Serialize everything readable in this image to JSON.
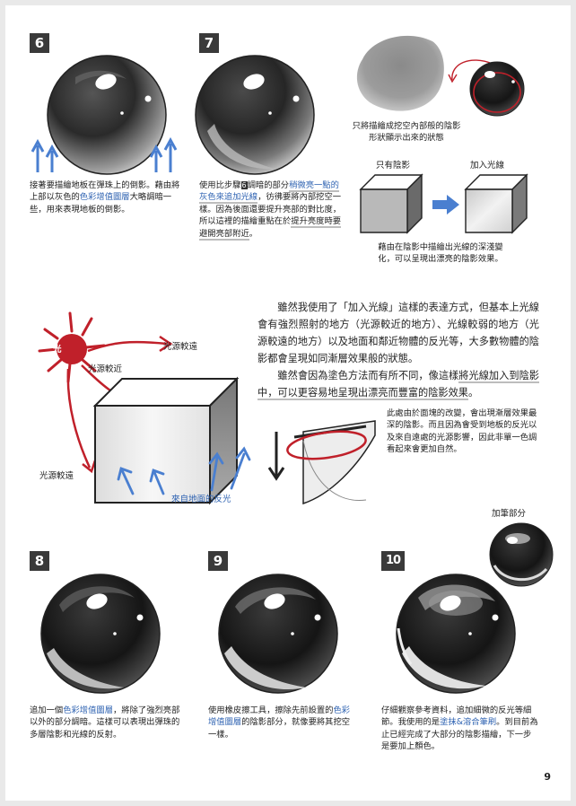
{
  "steps": {
    "s6": {
      "num": "6",
      "t1": "接著要描繪地板在彈珠上的倒影。藉由將上部以灰色的",
      "t2": "色彩增值圖層",
      "t3": "大略調暗一些，用來表現地板的倒影。"
    },
    "s7": {
      "num": "7",
      "t1": "使用比步驟",
      "t_ref": "6",
      "t2": "調暗的部分",
      "t3": "稍微亮一點的灰色來追加光線",
      "t4": "，彷彿要將內部挖空一樣。因為後面還要提升亮部的對比度，所以這裡的描繪重點在於",
      "t5": "提升亮度時要避開亮部附近",
      "t6": "。"
    },
    "s8": {
      "num": "8",
      "t1": "追加一個",
      "t2": "色彩增值圖層",
      "t3": "，將除了強烈亮部以外的部分調暗。這樣可以表現出彈珠的多層陰影和光線的反射。"
    },
    "s9": {
      "num": "9",
      "t1": "使用橡皮擦工具，擦除先前設置的",
      "t2": "色彩增值圖層",
      "t3": "的陰影部分，就像要將其挖空一樣。"
    },
    "s10": {
      "num": "10",
      "t1": "仔細觀察參考資料，追加細微的反光等細節。我使用的是",
      "t2": "塗抹&溶合筆刷",
      "t3": "。到目前為止已經完成了大部分的陰影描繪，下一步是要加上顏色。"
    }
  },
  "notes": {
    "shape_note": "只將描繪成挖空內部般的陰影形狀顯示出來的狀態",
    "shadow_only": "只有陰影",
    "add_light": "加入光線",
    "cube_note": "藉由在陰影中描繪出光線的深淺變化，可以呈現出漂亮的陰影效果。",
    "edge_note": "此處由於面塊的改變，會出現漸層效果最深的陰影。而且因為會受到地板的反光以及來自遠處的光源影響，因此非單一色調看起來會更加自然。",
    "added_part": "加筆部分"
  },
  "diagram": {
    "sun_label": "光",
    "far1": "光源較遠",
    "near": "光源較近",
    "far2": "光源較遠",
    "floor": "來自地面的反光"
  },
  "body": {
    "p1_a": "雖然我使用了「加入光線」這樣的表達方式，但基本上光線會有強烈照射的地方（光源較近的地方）、光線較弱的地方（光源較遠的地方）以及地面和鄰近物體的反光等，大多數物體的陰影都會呈現如同漸層效果般的狀態。",
    "p2_a": "雖然會因為塗色方法而有所不同，像這樣",
    "p2_b": "將光線加入到陰影中，可以更容易地呈現出漂亮而豐富的陰影效果",
    "p2_c": "。"
  },
  "page_number": "9",
  "colors": {
    "accent_blue": "#2f63b2",
    "accent_red": "#c0202a",
    "arrow_blue": "#4a7fd0"
  }
}
